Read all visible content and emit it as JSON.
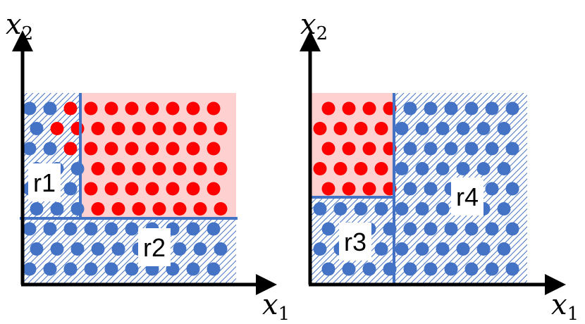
{
  "panels": [
    {
      "id": "left",
      "x_axis_label": "x",
      "x_axis_sub": "1",
      "y_axis_label": "x",
      "y_axis_sub": "2",
      "regions": [
        {
          "label": "r1",
          "class": "blue"
        },
        {
          "label": "r2",
          "class": "blue"
        }
      ]
    },
    {
      "id": "right",
      "x_axis_label": "x",
      "x_axis_sub": "1",
      "y_axis_label": "x",
      "y_axis_sub": "2",
      "regions": [
        {
          "label": "r3",
          "class": "blue"
        },
        {
          "label": "r4",
          "class": "blue"
        }
      ]
    }
  ],
  "colors": {
    "blue_dot": "#4472C4",
    "red_dot": "#FF0000",
    "red_region_fill": "#FFD0D0",
    "hatch_line": "#4472C4",
    "split_line": "#4472C4",
    "axis": "#000000"
  }
}
